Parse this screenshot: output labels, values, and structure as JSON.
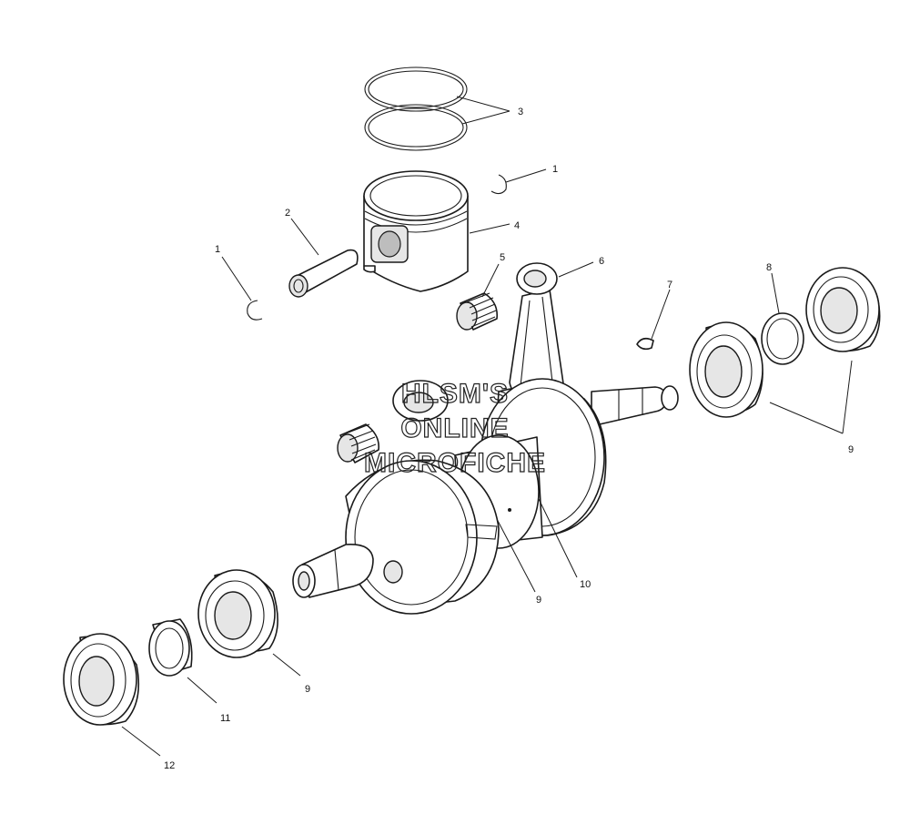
{
  "callouts": {
    "c1a": "1",
    "c1b": "1",
    "c2": "2",
    "c3": "3",
    "c4": "4",
    "c5": "5",
    "c6": "6",
    "c7": "7",
    "c8": "8",
    "c9a": "9",
    "c9b": "9",
    "c9c": "9",
    "c10": "10",
    "c11": "11",
    "c12": "12"
  },
  "watermark": {
    "line1": "HLSM'S",
    "line2": "ONLINE",
    "line3": "MICROFICHE"
  },
  "colors": {
    "ink": "#1a1a1a",
    "background": "#ffffff"
  }
}
